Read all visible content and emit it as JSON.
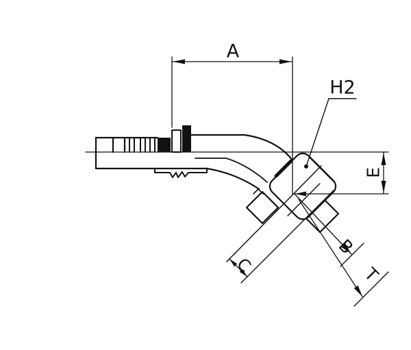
{
  "diagram": {
    "description": "technical line drawing of a 45-degree female swivel hydraulic hose fitting with dimension callouts",
    "colors": {
      "line": "#111111",
      "background": "#ffffff"
    },
    "labels": {
      "a": "A",
      "h2": "H2",
      "e": "E",
      "b": "B",
      "c": "C",
      "t": "T"
    }
  }
}
